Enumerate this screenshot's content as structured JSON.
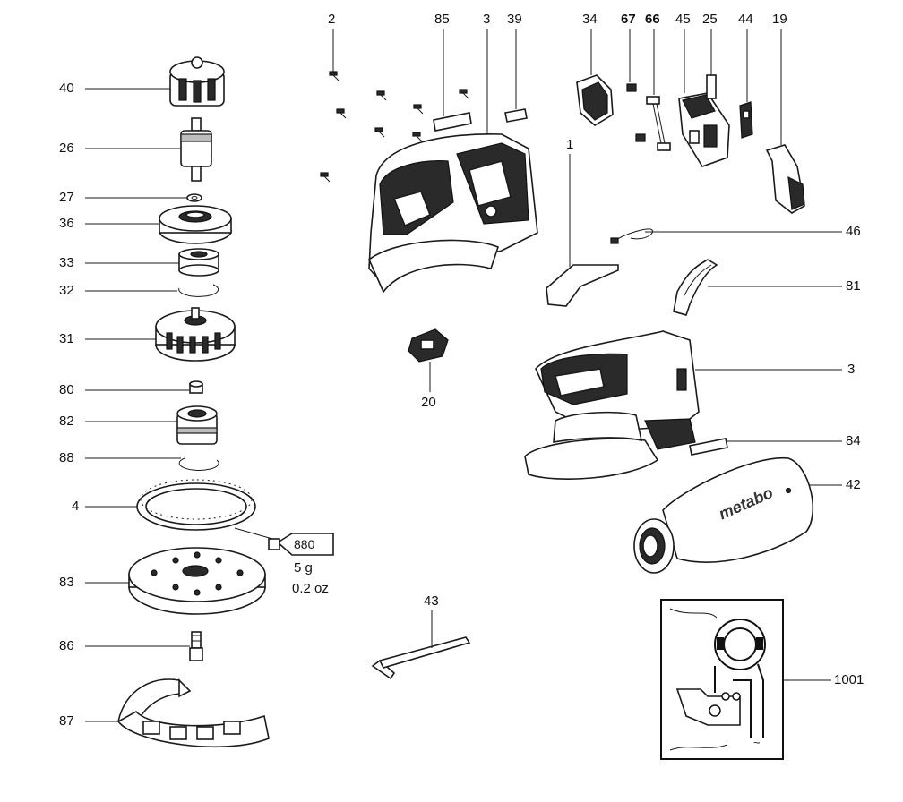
{
  "callouts": {
    "c40": "40",
    "c26": "26",
    "c27": "27",
    "c36": "36",
    "c33": "33",
    "c32": "32",
    "c31": "31",
    "c80": "80",
    "c82": "82",
    "c88": "88",
    "c4": "4",
    "c83": "83",
    "c86": "86",
    "c87": "87",
    "c2": "2",
    "c85": "85",
    "c3_top": "3",
    "c39": "39",
    "c34": "34",
    "c67": "67",
    "c66": "66",
    "c45": "45",
    "c25": "25",
    "c44": "44",
    "c19": "19",
    "c1": "1",
    "c46": "46",
    "c81": "81",
    "c3_right": "3",
    "c84": "84",
    "c42": "42",
    "c20": "20",
    "c43": "43",
    "c1001": "1001"
  },
  "grease": {
    "code": "880",
    "amount_g": "5 g",
    "amount_oz": "0.2 oz"
  },
  "brand_text": "metabo",
  "wiring_symbol": "~"
}
